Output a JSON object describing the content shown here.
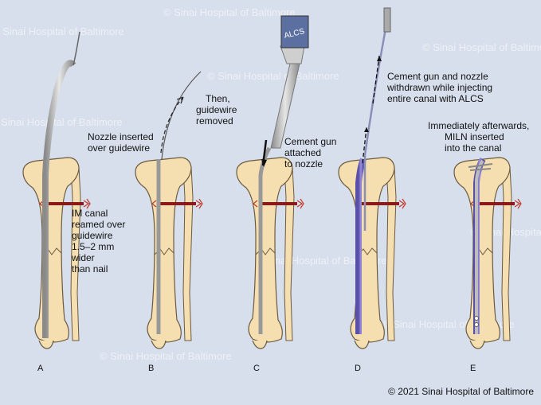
{
  "watermark": {
    "text": "© Sinai Hospital of Baltimore"
  },
  "panels": {
    "A": {
      "letter": "A",
      "caption": [
        "IM canal",
        "reamed over",
        "guidewire",
        "1.5–2 mm",
        "wider",
        "than nail"
      ]
    },
    "B": {
      "letter": "B",
      "caption": [
        "Nozzle inserted",
        "over guidewire"
      ],
      "caption2": [
        "Then,",
        "guidewire",
        "removed"
      ]
    },
    "C": {
      "letter": "C",
      "caption": [
        "Cement gun",
        "attached",
        "to nozzle"
      ],
      "gun_label": "ALCS"
    },
    "D": {
      "letter": "D",
      "caption": [
        "Cement gun and nozzle",
        "withdrawn while injecting",
        "entire canal with ALCS"
      ]
    },
    "E": {
      "letter": "E",
      "caption": [
        "Immediately afterwards,",
        "MILN inserted",
        "into the canal"
      ]
    }
  },
  "copyright": "© 2021 Sinai Hospital of Baltimore",
  "colors": {
    "background": "#d8dfec",
    "bone": "#f5deb0",
    "bone_outline": "#6b5a40",
    "cement": "#7b6fc4",
    "screw": "#8a1a1a",
    "wire": "#888888"
  }
}
